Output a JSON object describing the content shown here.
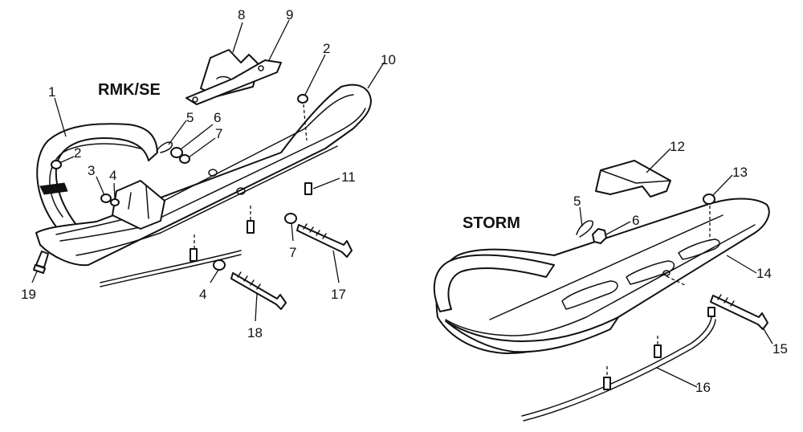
{
  "sections": {
    "left_title": "RMK/SE",
    "right_title": "STORM"
  },
  "callouts": {
    "c1": "1",
    "c2a": "2",
    "c2b": "2",
    "c3": "3",
    "c4a": "4",
    "c4b": "4",
    "c5a": "5",
    "c5b": "5",
    "c6a": "6",
    "c6b": "6",
    "c7a": "7",
    "c7b": "7",
    "c8": "8",
    "c9": "9",
    "c10": "10",
    "c11": "11",
    "c12": "12",
    "c13": "13",
    "c14": "14",
    "c15": "15",
    "c16": "16",
    "c17": "17",
    "c18": "18",
    "c19": "19"
  }
}
